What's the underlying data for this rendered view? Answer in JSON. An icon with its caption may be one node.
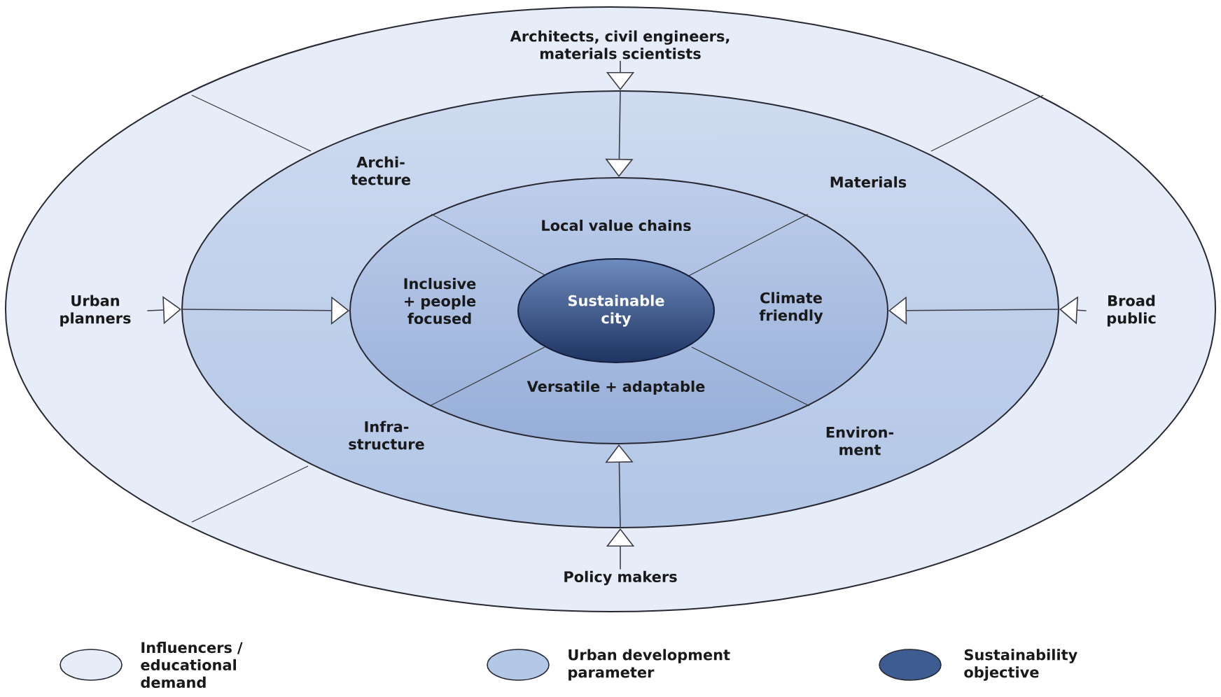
{
  "diagram": {
    "nodes": [
      {
        "text": [],
        "shape": "ellipse"
      },
      {
        "text": [
          "Architects, civil engineers, materials scientists"
        ],
        "in": 0
      },
      {
        "text": [
          "Urban planners"
        ],
        "in": 0
      },
      {
        "text": [
          "Broad public"
        ],
        "in": 0
      },
      {
        "text": [
          "Policy makers"
        ],
        "in": 0
      },
      {
        "text": [],
        "shape": "ellipse",
        "in": 0
      },
      {
        "text": [
          "Archi-tecture"
        ],
        "in": 5
      },
      {
        "text": [
          "Materials"
        ],
        "in": 5
      },
      {
        "text": [
          "Infra-structure"
        ],
        "in": 5
      },
      {
        "text": [
          "Environ-ment"
        ],
        "in": 5
      },
      {
        "text": [],
        "shape": "ellipse",
        "in": 5
      },
      {
        "text": [
          "Local value chains"
        ],
        "in": 10
      },
      {
        "text": [
          "Inclusive + people focused"
        ],
        "in": 10
      },
      {
        "text": [
          "Climate friendly"
        ],
        "in": 10
      },
      {
        "text": [
          "Versatile + adaptable"
        ],
        "in": 10
      },
      {
        "text": [
          "Sustainable city"
        ],
        "in": 10
      }
    ],
    "edges": [
      {
        "from": 1,
        "to": 5,
        "arrow": "to"
      },
      {
        "from": 5,
        "to": 10,
        "arrow": "to"
      },
      {
        "from": 2,
        "to": 5,
        "arrow": "to"
      },
      {
        "from": 5,
        "to": 10,
        "arrow": "to"
      },
      {
        "from": 3,
        "to": 5,
        "arrow": "to"
      },
      {
        "from": 5,
        "to": 10,
        "arrow": "to"
      },
      {
        "from": 4,
        "to": 5,
        "arrow": "to"
      },
      {
        "from": 5,
        "to": 10,
        "arrow": "to"
      }
    ],
    "legend": [
      {
        "text": "Influencers / educational demand",
        "color": "#e6edf8"
      },
      {
        "text": "Urban development parameter",
        "color": "#b3c7e6"
      },
      {
        "text": "Sustainability objective",
        "color": "#3d5d92"
      }
    ]
  }
}
